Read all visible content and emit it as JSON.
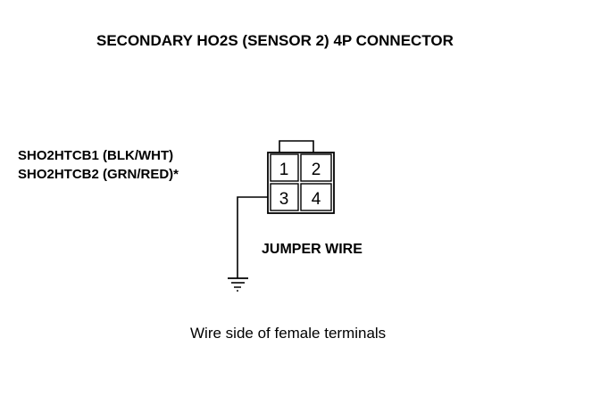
{
  "title": "SECONDARY HO2S (SENSOR 2) 4P CONNECTOR",
  "pin_labels": {
    "line1": "SHO2HTCB1 (BLK/WHT)",
    "line2": "SHO2HTCB2 (GRN/RED)*"
  },
  "connector": {
    "terminals": [
      "1",
      "2",
      "3",
      "4"
    ]
  },
  "jumper_label": "JUMPER WIRE",
  "caption": "Wire side of female terminals",
  "colors": {
    "ink": "#000000",
    "background": "#ffffff"
  }
}
